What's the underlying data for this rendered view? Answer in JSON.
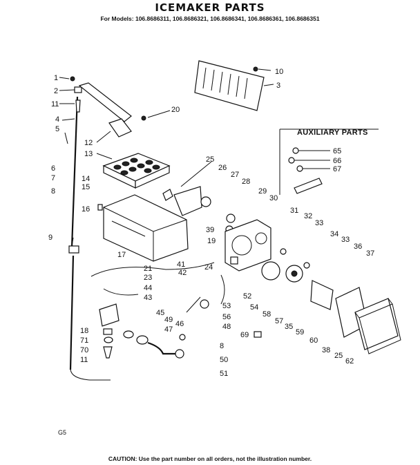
{
  "title": "ICEMAKER PARTS",
  "models": "For Models: 106.8686311, 106.8686321, 106.8686341, 106.8686361, 106.8686351",
  "auxiliary_title": "AUXILIARY PARTS",
  "page_code": "G5",
  "caution": "CAUTION: Use the part number on all orders, not the illustration number.",
  "callouts": [
    "1",
    "2",
    "11",
    "4",
    "5",
    "6",
    "7",
    "8",
    "9",
    "10",
    "3",
    "20",
    "12",
    "13",
    "14",
    "15",
    "16",
    "17",
    "18",
    "71",
    "70",
    "11",
    "21",
    "23",
    "44",
    "43",
    "45",
    "49",
    "46",
    "47",
    "41",
    "42",
    "24",
    "25",
    "26",
    "27",
    "28",
    "29",
    "30",
    "39",
    "19",
    "31",
    "32",
    "33",
    "34",
    "33",
    "36",
    "37",
    "52",
    "53",
    "56",
    "48",
    "69",
    "8",
    "50",
    "51",
    "54",
    "58",
    "57",
    "35",
    "59",
    "60",
    "38",
    "25",
    "62",
    "65",
    "66",
    "67"
  ]
}
